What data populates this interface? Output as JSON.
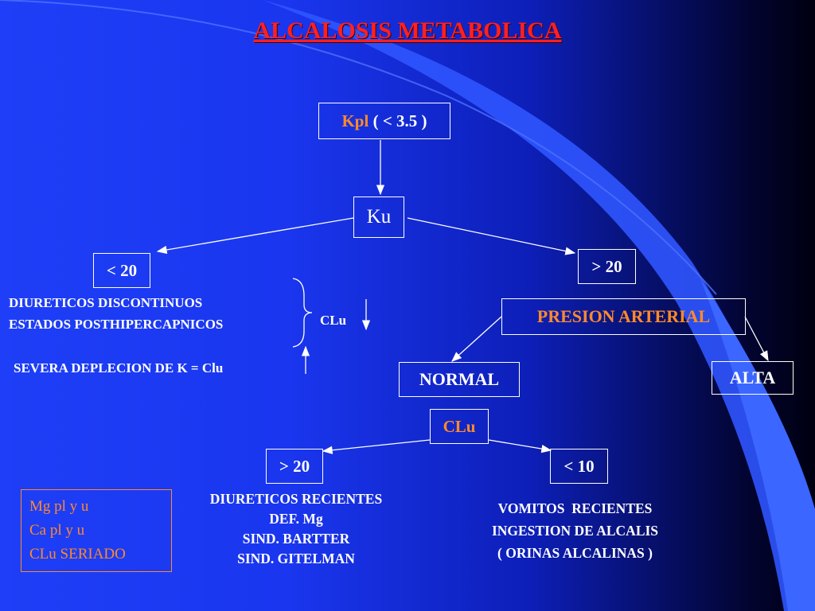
{
  "title": "ALCALOSIS METABOLICA",
  "nodes": {
    "kpl_label": "Kpl",
    "kpl_value": " ( < 3.5 )",
    "ku": "Ku",
    "lt20": "< 20",
    "gt20_top": "> 20",
    "presion": "PRESION ARTERIAL",
    "normal": "NORMAL",
    "alta": "ALTA",
    "clu_mid": "CLu",
    "gt20_bottom": "> 20",
    "lt10": "< 10"
  },
  "left_causes": {
    "line1": "DIURETICOS DISCONTINUOS",
    "line2": "ESTADOS POSTHIPERCAPNICOS",
    "clu": "CLu",
    "severa": "SEVERA DEPLECION DE K = Clu"
  },
  "bottom_left_list": [
    "DIURETICOS RECIENTES",
    "DEF. Mg",
    "SIND. BARTTER",
    "SIND. GITELMAN"
  ],
  "bottom_right_list": [
    "VOMITOS  RECIENTES",
    "INGESTION DE ALCALIS",
    "( ORINAS ALCALINAS )"
  ],
  "mg_box": [
    "Mg pl y u",
    "Ca pl y u",
    "CLu SERIADO"
  ],
  "colors": {
    "title": "#ff2020",
    "accent": "#ff8a2a",
    "text": "#ffffff"
  }
}
